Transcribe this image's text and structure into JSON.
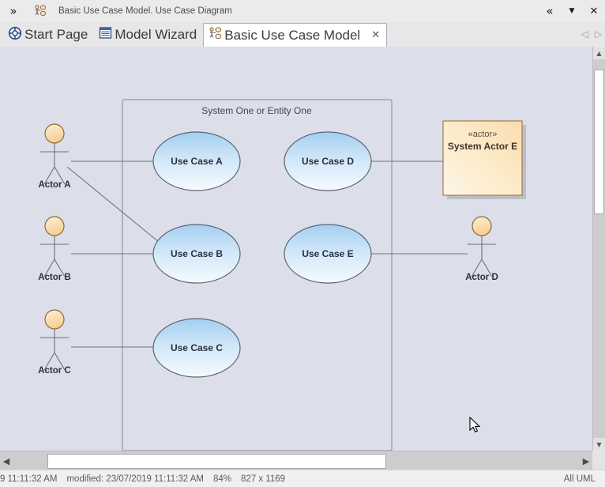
{
  "titlebar": {
    "expand_icon": "double-chevron-right-icon",
    "doc_icon": "use-case-diagram-icon",
    "title": "Basic Use Case Model.  Use Case Diagram",
    "collapse_label": "«",
    "caret_label": "▼",
    "close_label": "✕"
  },
  "tabs": [
    {
      "label": "Start Page",
      "icon": "start-page-icon",
      "active": false,
      "closable": false
    },
    {
      "label": "Model Wizard",
      "icon": "model-wizard-icon",
      "active": false,
      "closable": false
    },
    {
      "label": "Basic Use Case Model",
      "icon": "use-case-diagram-icon",
      "active": true,
      "closable": true,
      "close_label": "✕"
    }
  ],
  "tabnav": {
    "prev_label": "◁",
    "next_label": "▷"
  },
  "diagram": {
    "boundary": {
      "label": "System One or Entity One"
    },
    "actors": [
      {
        "id": "actor-a",
        "label": "Actor A"
      },
      {
        "id": "actor-b",
        "label": "Actor B"
      },
      {
        "id": "actor-c",
        "label": "Actor C"
      },
      {
        "id": "actor-d",
        "label": "Actor D"
      }
    ],
    "use_cases": [
      {
        "id": "use-case-a",
        "label": "Use Case A"
      },
      {
        "id": "use-case-b",
        "label": "Use Case B"
      },
      {
        "id": "use-case-c",
        "label": "Use Case C"
      },
      {
        "id": "use-case-d",
        "label": "Use Case D"
      },
      {
        "id": "use-case-e",
        "label": "Use Case E"
      }
    ],
    "system_actor": {
      "id": "system-actor-e",
      "stereotype": "«actor»",
      "label": "System Actor E"
    },
    "colors": {
      "canvas": "#dcdfea",
      "usecase_fill_top": "#a9d2f2",
      "usecase_fill_bottom": "#f2f8fd",
      "usecase_stroke": "#5a6472",
      "actor_head_fill": "#fbdfae",
      "actor_stroke": "#8a6a3c",
      "node_fill_top": "#fcdeb4",
      "node_fill_bottom": "#fdf4e5",
      "node_stroke": "#a07c46",
      "connector": "#6d7480",
      "boundary_stroke": "#8f96a3"
    }
  },
  "scrollbars": {
    "v_up_label": "▲",
    "v_down_label": "▼",
    "h_left_label": "◀",
    "h_right_label": "▶"
  },
  "statusbar": {
    "created": "9 11:11:32 AM",
    "modified": "modified: 23/07/2019 11:11:32 AM",
    "zoom": "84%",
    "page_size": "827 x 1169",
    "profile": "All UML"
  }
}
